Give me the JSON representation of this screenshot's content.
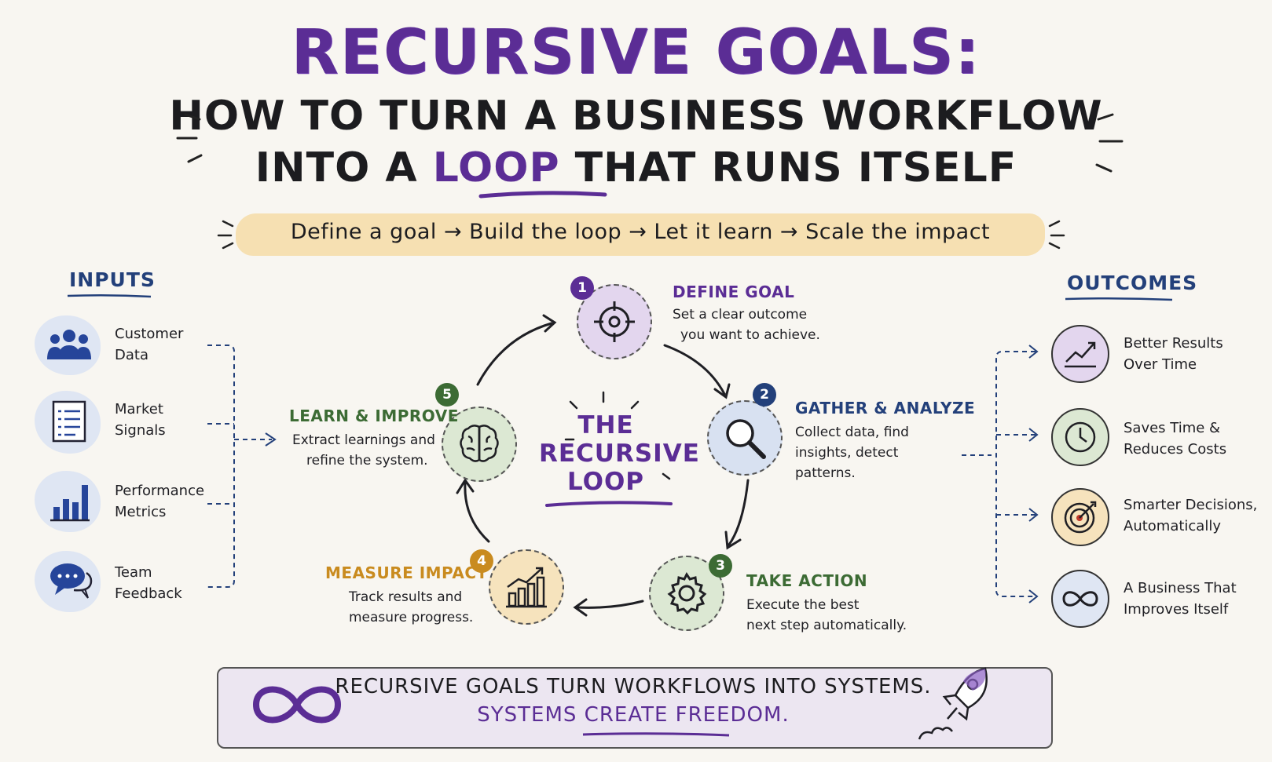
{
  "title": {
    "main": "RECURSIVE GOALS:",
    "line1": "HOW TO TURN A BUSINESS WORKFLOW",
    "line2_pre": "INTO A",
    "line2_highlight": "LOOP",
    "line2_post": "THAT RUNS ITSELF"
  },
  "banner": {
    "text": "Define a goal → Build the loop → Let it learn → Scale the impact"
  },
  "inputs": {
    "heading": "INPUTS",
    "items": [
      {
        "line1": "Customer",
        "line2": "Data",
        "icon": "people-icon"
      },
      {
        "line1": "Market",
        "line2": "Signals",
        "icon": "document-list-icon"
      },
      {
        "line1": "Performance",
        "line2": "Metrics",
        "icon": "bar-chart-icon"
      },
      {
        "line1": "Team",
        "line2": "Feedback",
        "icon": "chat-bubbles-icon"
      }
    ]
  },
  "loop": {
    "center_line1": "THE",
    "center_line2": "RECURSIVE",
    "center_line3": "LOOP",
    "steps": [
      {
        "number": "1",
        "title": "DEFINE GOAL",
        "desc1": "Set a clear outcome",
        "desc2": "you want to achieve.",
        "icon": "target-crosshair-icon",
        "color": "#5b2d95",
        "fill": "#e3d6ee"
      },
      {
        "number": "2",
        "title": "GATHER & ANALYZE",
        "desc1": "Collect data, find",
        "desc2": "insights, detect",
        "desc3": "patterns.",
        "icon": "magnifier-icon",
        "color": "#23407a",
        "fill": "#d8e1f1"
      },
      {
        "number": "3",
        "title": "TAKE ACTION",
        "desc1": "Execute the best",
        "desc2": "next step automatically.",
        "icon": "gear-icon",
        "color": "#3c6b34",
        "fill": "#dce8d3"
      },
      {
        "number": "4",
        "title": "MEASURE IMPACT",
        "desc1": "Track results and",
        "desc2": "measure progress.",
        "icon": "growth-chart-icon",
        "color": "#c98b1f",
        "fill": "#f6e3bd"
      },
      {
        "number": "5",
        "title": "LEARN & IMPROVE",
        "desc1": "Extract learnings and",
        "desc2": "refine the system.",
        "icon": "brain-icon",
        "color": "#3c6b34",
        "fill": "#dce8d3"
      }
    ]
  },
  "outcomes": {
    "heading": "OUTCOMES",
    "items": [
      {
        "line1": "Better Results",
        "line2": "Over Time",
        "icon": "trend-up-icon",
        "fill": "#e3d6ee"
      },
      {
        "line1": "Saves Time &",
        "line2": "Reduces Costs",
        "icon": "clock-icon",
        "fill": "#dce8d3"
      },
      {
        "line1": "Smarter Decisions,",
        "line2": "Automatically",
        "icon": "bullseye-icon",
        "fill": "#f6e3bd"
      },
      {
        "line1": "A Business That",
        "line2": "Improves Itself",
        "icon": "infinity-icon",
        "fill": "#dfe6f3"
      }
    ]
  },
  "footer": {
    "line1": "RECURSIVE GOALS TURN WORKFLOWS INTO SYSTEMS.",
    "line2": "SYSTEMS CREATE FREEDOM."
  }
}
